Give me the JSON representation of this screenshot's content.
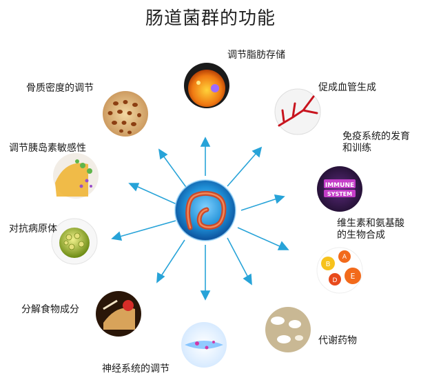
{
  "title": "肠道菌群的功能",
  "center": {
    "icon": "intestine-icon"
  },
  "functions": [
    {
      "label": "调节脂肪存储",
      "icon": "fat-cell-icon"
    },
    {
      "label": "促成血管生成",
      "icon": "blood-vessel-icon"
    },
    {
      "label": "免疫系统的发育和训练",
      "line1": "免疫系统的发育",
      "line2": "和训练",
      "icon": "immune-system-icon",
      "badge": "IMMUNE SYSTEM"
    },
    {
      "label": "维生素和氨基酸的生物合成",
      "line1": "维生素和氨基酸",
      "line2": "的生物合成",
      "icon": "vitamin-icon",
      "vitamins": [
        "B",
        "E",
        "D",
        "A"
      ]
    },
    {
      "label": "代谢药物",
      "icon": "pill-icon"
    },
    {
      "label": "神经系统的调节",
      "icon": "neuron-icon"
    },
    {
      "label": "分解食物成分",
      "icon": "food-icon"
    },
    {
      "label": "对抗病原体",
      "icon": "virus-icon"
    },
    {
      "label": "调节胰岛素敏感性",
      "icon": "insulin-cell-icon"
    },
    {
      "label": "骨质密度的调节",
      "icon": "bone-icon"
    }
  ],
  "colors": {
    "arrow": "#27a3d8",
    "center": "#1f8fd6"
  }
}
